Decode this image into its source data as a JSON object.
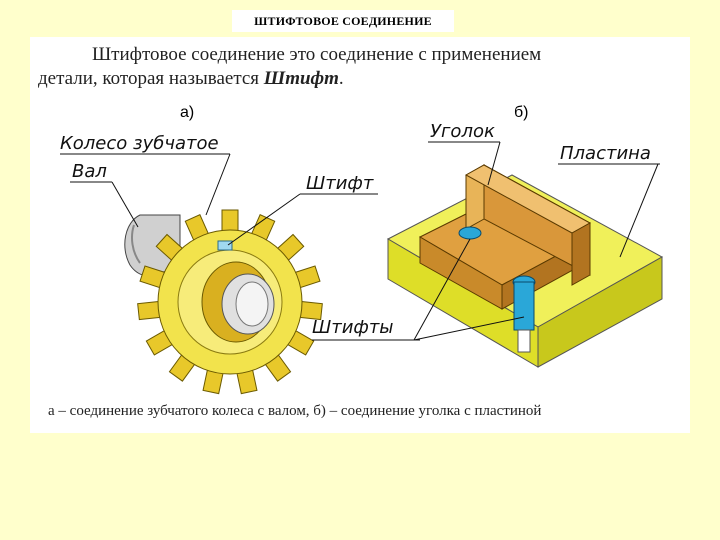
{
  "slide": {
    "title": "ШТИФТОВОЕ СОЕДИНЕНИЕ",
    "intro_line1": "Штифтовое соединение это соединение с применением",
    "intro_line2": "детали, которая называется ",
    "intro_term": "Штифт",
    "intro_end": ".",
    "caption": "а – соединение зубчатого колеса с валом, б) – соединение уголка с пластиной"
  },
  "figure_a": {
    "marker": "а)",
    "labels": {
      "gear": "Колесо зубчатое",
      "shaft": "Вал",
      "pin": "Штифт"
    }
  },
  "figure_b": {
    "marker": "б)",
    "labels": {
      "angle": "Уголок",
      "plate": "Пластина",
      "pins": "Штифты"
    }
  },
  "colors": {
    "background": "#ffffcc",
    "gear": "#f2e34c",
    "angle": "#e6a84a",
    "plate": "#e8ea3a",
    "pin": "#2aa7d8"
  }
}
